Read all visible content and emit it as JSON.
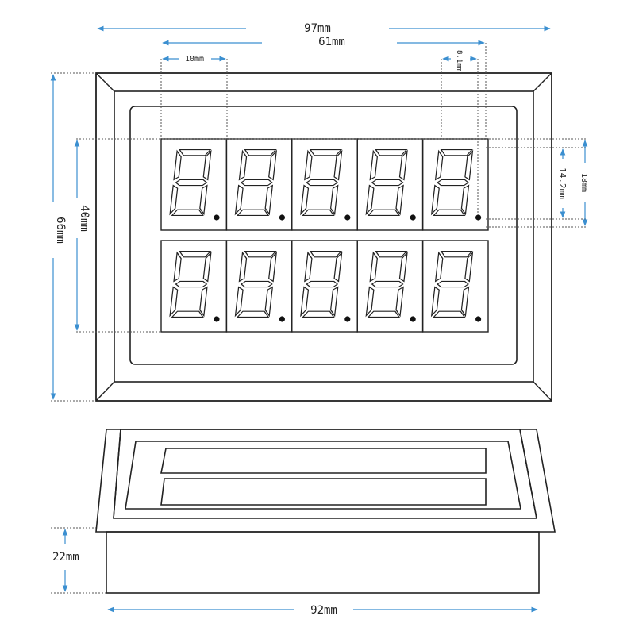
{
  "dimensions": {
    "overall_width": "97mm",
    "cutout_width": "61mm",
    "digit_width": "10mm",
    "digit_gap": "8.1mm",
    "overall_height": "66mm",
    "window_height": "40mm",
    "digit_height": "14.2mm",
    "row_height": "18mm",
    "depth": "22mm",
    "body_width": "92mm"
  },
  "display": {
    "rows": 2,
    "digits_per_row": 5,
    "digit_value": "8",
    "decimal_point": true
  },
  "colors": {
    "dimension_line": "#3b8fd0",
    "outline": "#222222",
    "leader_line": "#555555"
  }
}
